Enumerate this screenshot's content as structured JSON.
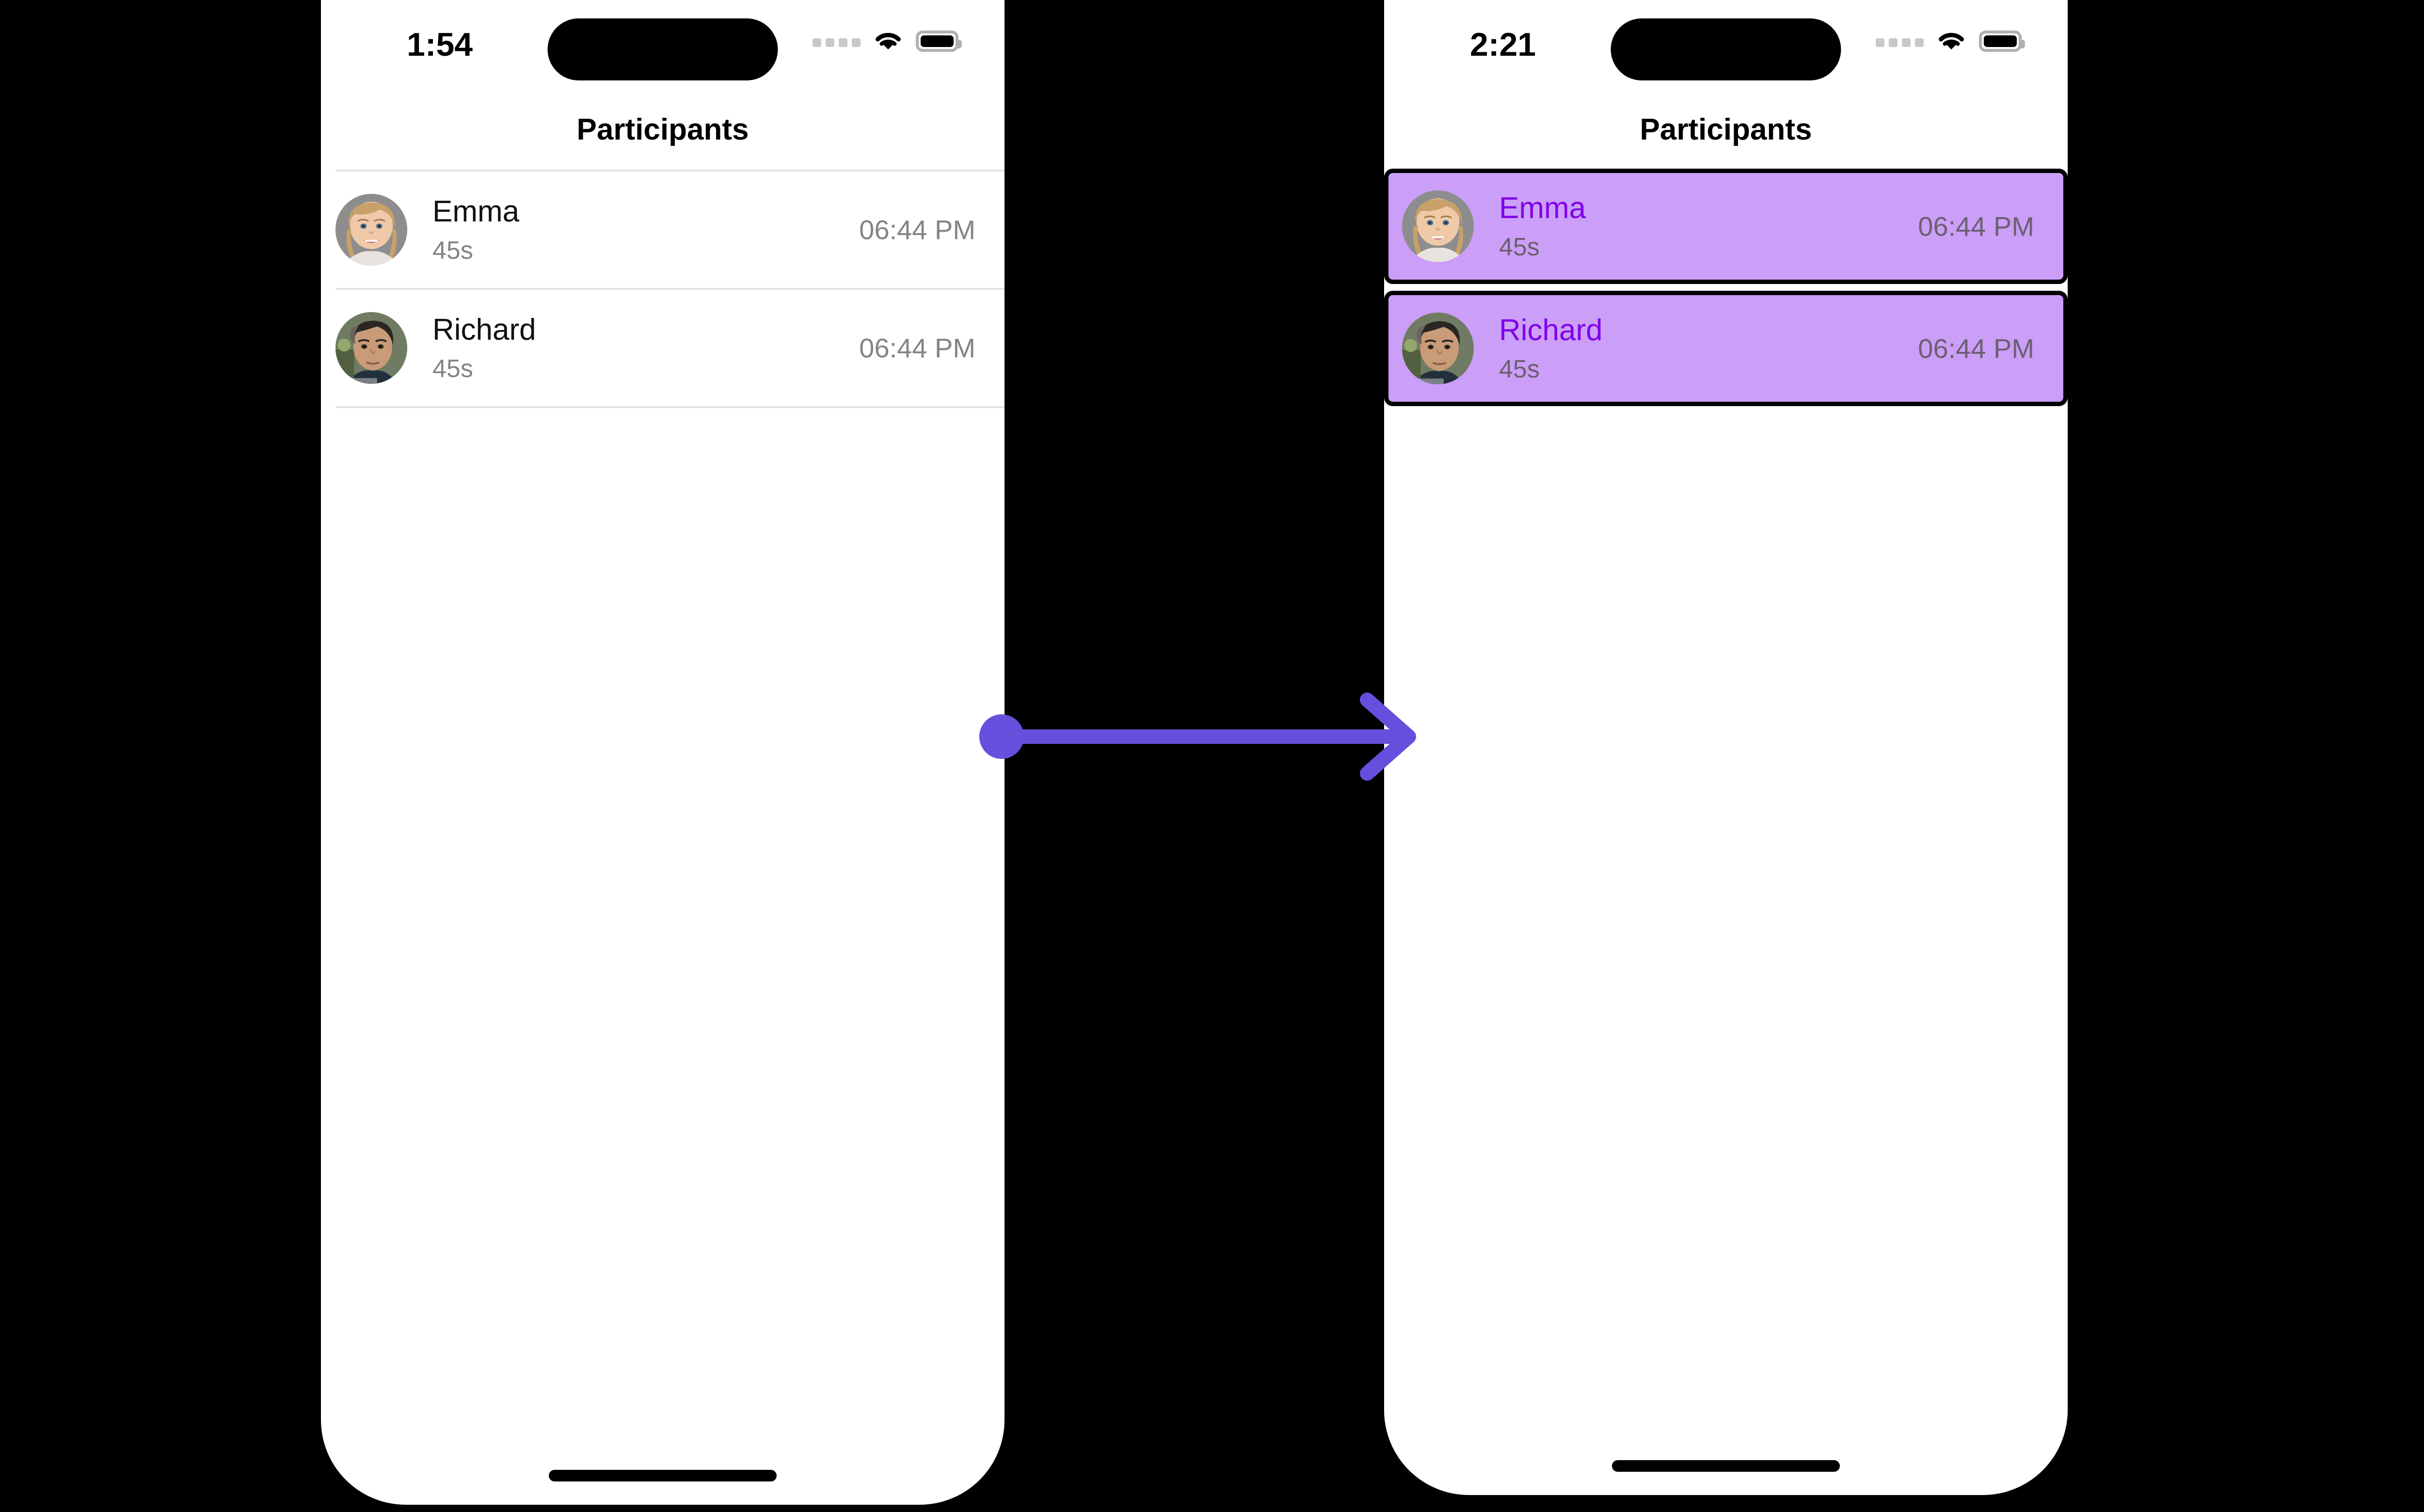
{
  "accent": {
    "arrow_color": "#6450dc",
    "highlight_fill": "#cb9ef8",
    "highlight_border": "#000000",
    "highlight_name_color": "#8000e8",
    "muted_text": "#848488",
    "divider": "#e3e3e3"
  },
  "screens": [
    {
      "id": "before",
      "status_bar": {
        "time": "1:54",
        "signal_icon": "signal-dots-icon",
        "wifi_icon": "wifi-icon",
        "battery_icon": "battery-full-icon"
      },
      "nav": {
        "title": "Participants"
      },
      "participants": [
        {
          "name": "Emma",
          "duration": "45s",
          "time": "06:44 PM",
          "avatar": "avatar-emma",
          "selected": false
        },
        {
          "name": "Richard",
          "duration": "45s",
          "time": "06:44 PM",
          "avatar": "avatar-richard",
          "selected": false
        }
      ],
      "home_indicator": "home-indicator"
    },
    {
      "id": "after",
      "status_bar": {
        "time": "2:21",
        "signal_icon": "signal-dots-icon",
        "wifi_icon": "wifi-icon",
        "battery_icon": "battery-full-icon"
      },
      "nav": {
        "title": "Participants"
      },
      "participants": [
        {
          "name": "Emma",
          "duration": "45s",
          "time": "06:44 PM",
          "avatar": "avatar-emma",
          "selected": true
        },
        {
          "name": "Richard",
          "duration": "45s",
          "time": "06:44 PM",
          "avatar": "avatar-richard",
          "selected": true
        }
      ],
      "home_indicator": "home-indicator"
    }
  ],
  "annotation": {
    "type": "arrow",
    "icon": "arrow-right-icon",
    "from_marker": "circle",
    "color": "#6450dc"
  }
}
